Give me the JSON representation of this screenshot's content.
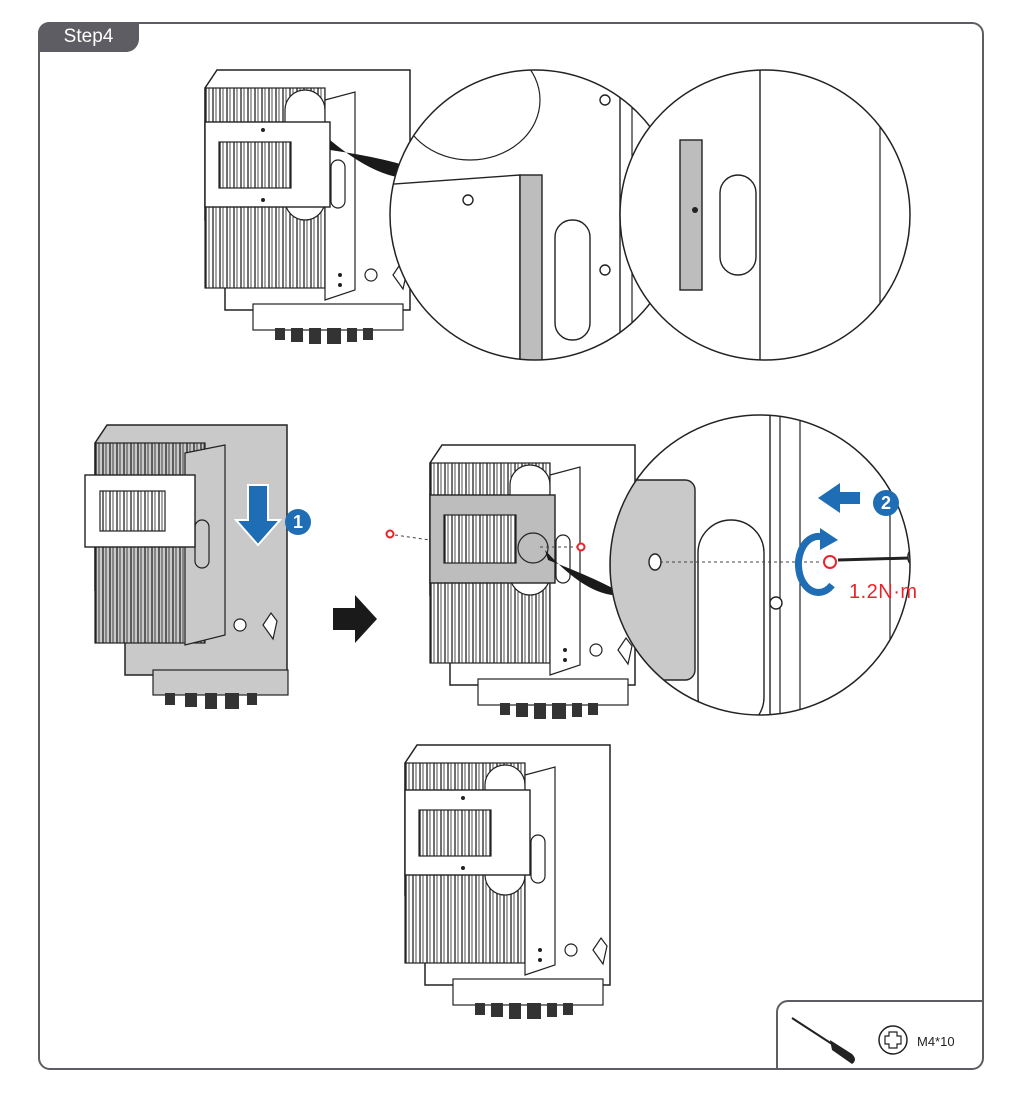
{
  "header": {
    "step_label": "Step4"
  },
  "annotations": {
    "step1_number": "1",
    "step2_number": "2",
    "torque": "1.2N·m"
  },
  "tools": {
    "screw_spec": "M4*10"
  },
  "colors": {
    "frame": "#5d5d63",
    "arrow_blue": "#1f6db4",
    "torque_red": "#e7242b",
    "arrow_black": "#1a1a1a",
    "bracket_gray": "#bdbdbd"
  }
}
